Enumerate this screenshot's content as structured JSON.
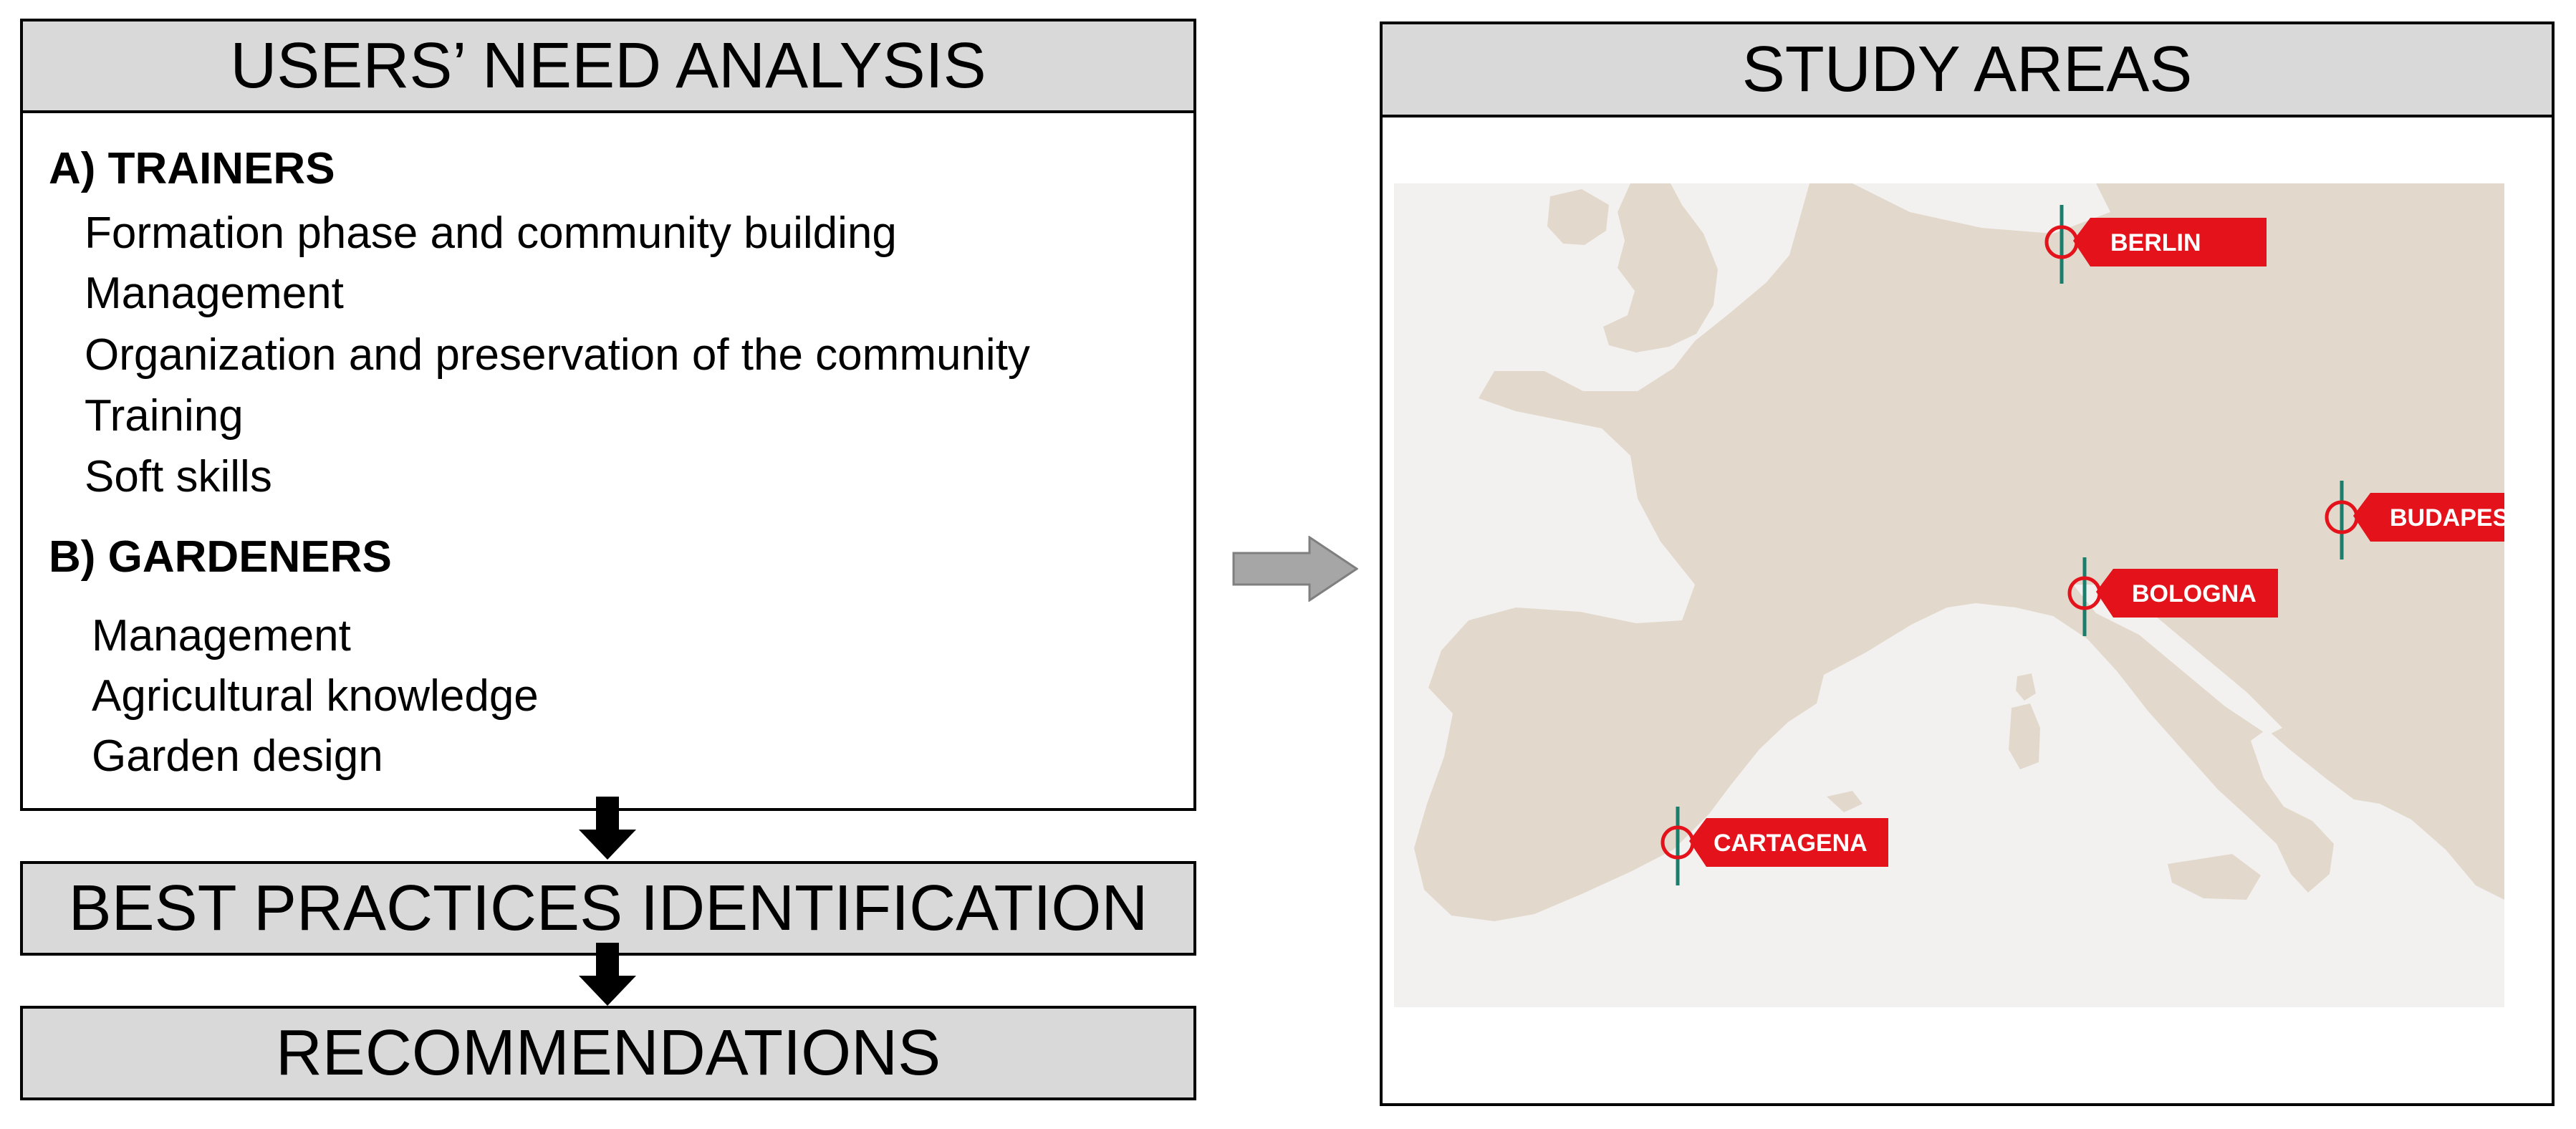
{
  "left": {
    "title": "USERS’ NEED ANALYSIS",
    "section_a": {
      "heading": "A) TRAINERS",
      "items": [
        "Formation phase and community building",
        "Management",
        "Organization and preservation of the community",
        "Training",
        "Soft skills"
      ]
    },
    "section_b": {
      "heading": "B) GARDENERS",
      "items": [
        "Management",
        "Agricultural knowledge",
        "Garden design"
      ]
    },
    "step2": "BEST PRACTICES IDENTIFICATION",
    "step3": "RECOMMENDATIONS"
  },
  "right": {
    "title": "STUDY AREAS",
    "cities": [
      "BERLIN",
      "BUDAPEST",
      "BOLOGNA",
      "CARTAGENA"
    ]
  },
  "colors": {
    "header_fill": "#d9d9d9",
    "map_sea": "#f3f1ef",
    "map_land": "#e2d9cc",
    "pin_red": "#e3121b",
    "pin_green": "#1b7d6b",
    "arrow_gray": "#a6a6a6"
  }
}
